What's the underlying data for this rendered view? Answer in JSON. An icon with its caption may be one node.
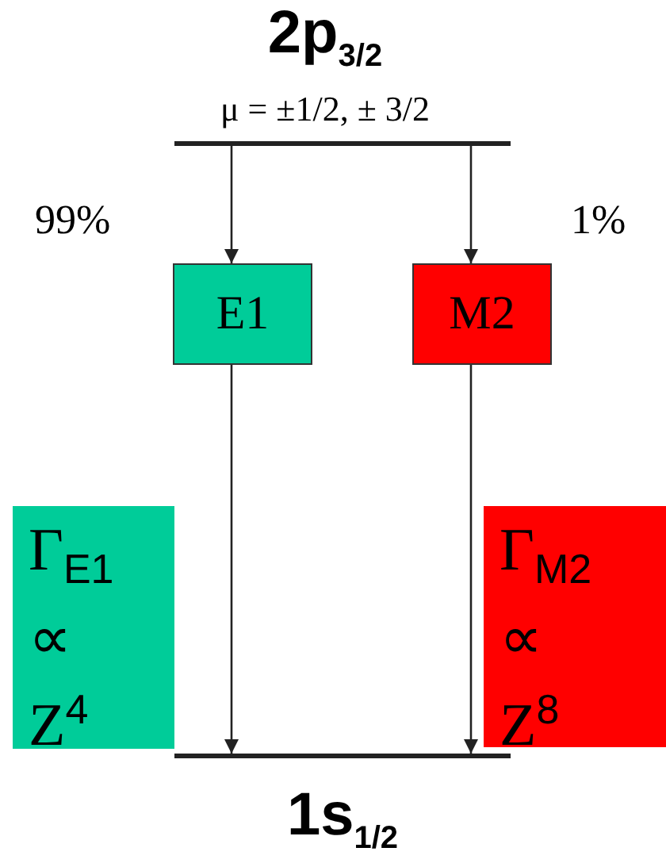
{
  "diagram": {
    "nodes": [
      {
        "text": [
          "2p$_{3/2}$",
          "μ = ±1/2, ± 3/2"
        ]
      },
      {
        "text": [
          "E1"
        ]
      },
      {
        "text": [
          "M2"
        ]
      },
      {
        "text": [
          "1s$_{1/2}$"
        ]
      },
      {
        "text": [
          "Γ$_{E1}$ ∝ Z$^{4}$"
        ]
      },
      {
        "text": [
          "Γ$_{M2}$ ∝ Z$^{8}$"
        ]
      }
    ],
    "edges": [
      {
        "from": 0,
        "to": 1,
        "arrow": "to",
        "label": "99%"
      },
      {
        "from": 0,
        "to": 2,
        "arrow": "to",
        "label": "1%"
      },
      {
        "from": 1,
        "to": 3,
        "arrow": "to"
      },
      {
        "from": 2,
        "to": 3,
        "arrow": "to"
      }
    ]
  }
}
